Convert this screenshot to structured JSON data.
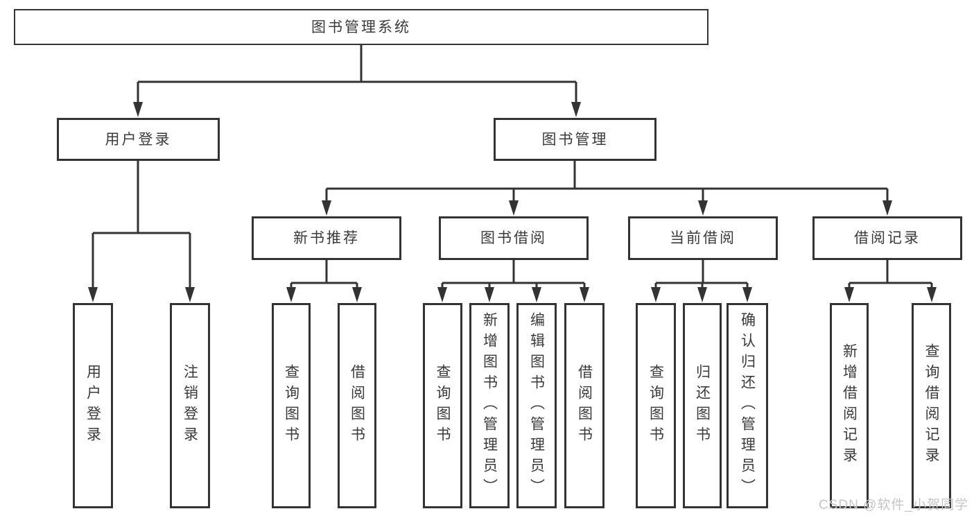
{
  "diagram": {
    "type": "hierarchy",
    "root": {
      "label": "图书管理系统",
      "children": [
        {
          "label": "用户登录",
          "children": [
            {
              "label": "用户登录"
            },
            {
              "label": "注销登录"
            }
          ]
        },
        {
          "label": "图书管理",
          "children": [
            {
              "label": "新书推荐",
              "children": [
                {
                  "label": "查询图书"
                },
                {
                  "label": "借阅图书"
                }
              ]
            },
            {
              "label": "图书借阅",
              "children": [
                {
                  "label": "查询图书"
                },
                {
                  "label": "新增图书（管理员）"
                },
                {
                  "label": "编辑图书（管理员）"
                },
                {
                  "label": "借阅图书"
                }
              ]
            },
            {
              "label": "当前借阅",
              "children": [
                {
                  "label": "查询图书"
                },
                {
                  "label": "归还图书"
                },
                {
                  "label": "确认归还（管理员）"
                }
              ]
            },
            {
              "label": "借阅记录",
              "children": [
                {
                  "label": "新增借阅记录"
                },
                {
                  "label": "查询借阅记录"
                }
              ]
            }
          ]
        }
      ]
    },
    "watermark": "CSDN @软件_小贺同学",
    "colors": {
      "line": "#333333",
      "text": "#3a3a3a",
      "box_background": "#ffffff",
      "page_background": "#ffffff",
      "watermark": "#c6c6c6"
    }
  }
}
